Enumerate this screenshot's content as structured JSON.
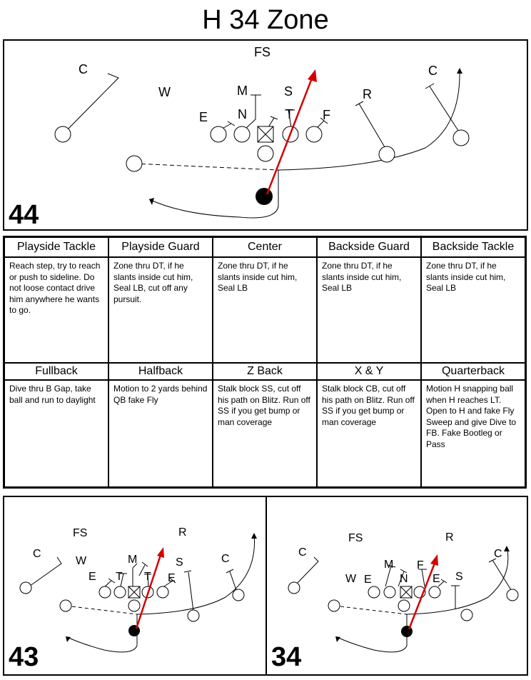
{
  "title": "H 34 Zone",
  "top_play": {
    "number": "44",
    "labels": {
      "fs": "FS",
      "c_left": "C",
      "c_right": "C",
      "w": "W",
      "m": "M",
      "s": "S",
      "r": "R",
      "e": "E",
      "n": "N",
      "t": "T",
      "f": "F"
    }
  },
  "assignments": {
    "row1": [
      {
        "position": "Playside Tackle",
        "text": "Reach step, try to reach or push to sideline.  Do not loose contact drive him anywhere he wants to go."
      },
      {
        "position": "Playside Guard",
        "text": "Zone thru DT, if he slants inside cut him, Seal LB, cut off any pursuit."
      },
      {
        "position": "Center",
        "text": "Zone thru DT, if he slants inside cut him, Seal LB"
      },
      {
        "position": "Backside Guard",
        "text": "Zone thru DT, if he slants inside cut him, Seal LB"
      },
      {
        "position": "Backside Tackle",
        "text": "Zone thru DT, if he slants inside cut him, Seal LB"
      }
    ],
    "row2": [
      {
        "position": "Fullback",
        "text": "Dive thru B Gap, take ball and run to daylight"
      },
      {
        "position": "Halfback",
        "text": "Motion to 2 yards behind QB fake Fly"
      },
      {
        "position": "Z Back",
        "text": "Stalk block SS, cut off his path on Blitz. Run off SS if you get bump or man coverage"
      },
      {
        "position": "X & Y",
        "text": "Stalk block CB, cut off his path on Blitz. Run off SS if you get bump or man coverage"
      },
      {
        "position": "Quarterback",
        "text": "Motion H snapping ball when H reaches LT. Open to H and fake Fly Sweep and give Dive to FB. Fake Bootleg or Pass"
      }
    ]
  },
  "bottom_left_play": {
    "number": "43",
    "labels": {
      "fs": "FS",
      "r": "R",
      "c_left": "C",
      "w": "W",
      "m": "M",
      "s": "S",
      "c_right": "C",
      "e_left": "E",
      "t_left": "T",
      "t_right": "T",
      "e_right": "E"
    }
  },
  "bottom_right_play": {
    "number": "34",
    "labels": {
      "fs": "FS",
      "r": "R",
      "c_left": "C",
      "m": "M",
      "f": "F",
      "c_right": "C",
      "w": "W",
      "e_left": "E",
      "n": "N",
      "e_right": "E",
      "s": "S"
    }
  },
  "colors": {
    "ball_carrier_route": "#d40000",
    "line": "#000000"
  }
}
